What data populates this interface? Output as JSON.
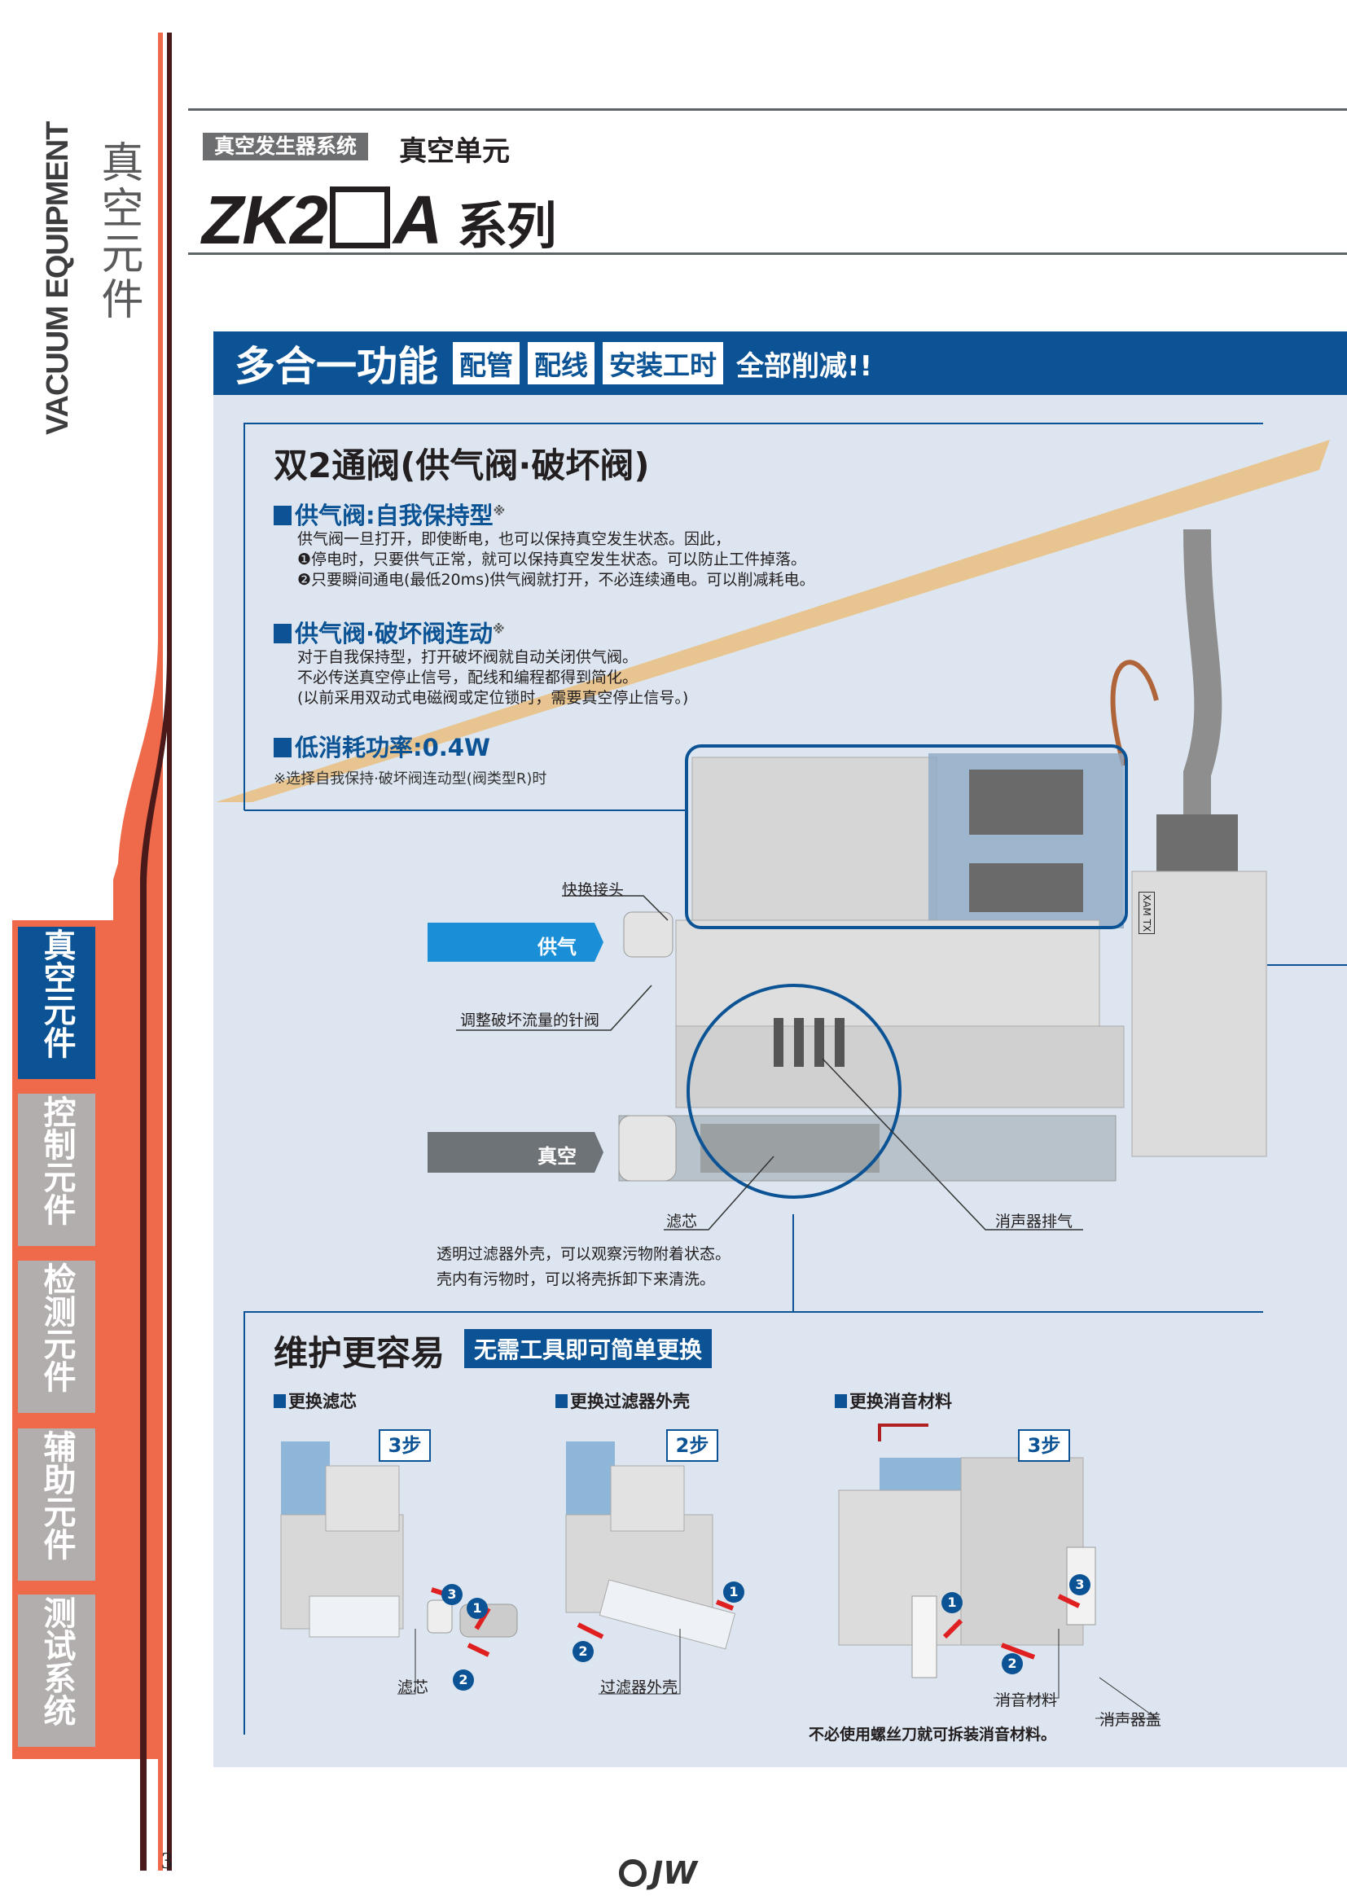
{
  "side": {
    "english": "VACUUM EQUIPMENT",
    "chinese": "真空元件",
    "tabs": [
      {
        "label": "真空元件",
        "active": true
      },
      {
        "label": "控制元件",
        "active": false
      },
      {
        "label": "检测元件",
        "active": false
      },
      {
        "label": "辅助元件",
        "active": false
      },
      {
        "label": "测试系统",
        "active": false
      }
    ]
  },
  "header": {
    "tag": "真空发生器系统",
    "subtitle": "真空单元",
    "series_prefix": "ZK2",
    "series_suffix": "A",
    "series_cn": "系列"
  },
  "banner": {
    "title": "多合一功能",
    "chips": [
      "配管",
      "配线",
      "安装工时"
    ],
    "end": "全部削减!!"
  },
  "valve": {
    "title": "双2通阀(供气阀·破坏阀)",
    "s1": {
      "title": "供气阀:自我保持型",
      "mark": "※",
      "lines": [
        "供气阀一旦打开，即使断电，也可以保持真空发生状态。因此，",
        "❶停电时，只要供气正常，就可以保持真空发生状态。可以防止工件掉落。",
        "❷只要瞬间通电(最低20ms)供气阀就打开，不必连续通电。可以削减耗电。"
      ]
    },
    "s2": {
      "title": "供气阀·破坏阀连动",
      "mark": "※",
      "lines": [
        "对于自我保持型，打开破坏阀就自动关闭供气阀。",
        "不必传送真空停止信号，配线和编程都得到简化。",
        "(以前采用双动式电磁阀或定位锁时，需要真空停止信号。)"
      ]
    },
    "s3": {
      "title": "低消耗功率:0.4W"
    },
    "note": "※选择自我保持·破坏阀连动型(阀类型R)时"
  },
  "diagram": {
    "quick_fitting": "快换接头",
    "supply": "供气",
    "needle": "调整破坏流量的针阀",
    "vacuum": "真空",
    "filter": "滤芯",
    "exhaust": "消声器排气",
    "filter_note": [
      "透明过滤器外壳，可以观察污物附着状态。",
      "壳内有污物时，可以将壳拆卸下来清洗。"
    ],
    "product_mark": "XAM TX"
  },
  "maint": {
    "title": "维护更容易",
    "badge": "无需工具即可简单更换",
    "items": [
      {
        "title": "更换滤芯",
        "steps": "3步",
        "labels": [
          "滤芯"
        ],
        "nums": [
          "1",
          "2",
          "3"
        ]
      },
      {
        "title": "更换过滤器外壳",
        "steps": "2步",
        "labels": [
          "过滤器外壳"
        ],
        "nums": [
          "1",
          "2"
        ]
      },
      {
        "title": "更换消音材料",
        "steps": "3步",
        "labels": [
          "消音材料",
          "消声器盖"
        ],
        "nums": [
          "1",
          "2",
          "3"
        ],
        "note": "不必使用螺丝刀就可拆装消音材料。"
      }
    ]
  },
  "footer": {
    "page": "3",
    "logo": "JW"
  },
  "colors": {
    "blue": "#0b5394",
    "orange": "#ef6a4a",
    "panel": "#dde6f0",
    "supply": "#1a8fd8",
    "vacuum": "#6e7378",
    "band": "#e8c590"
  }
}
